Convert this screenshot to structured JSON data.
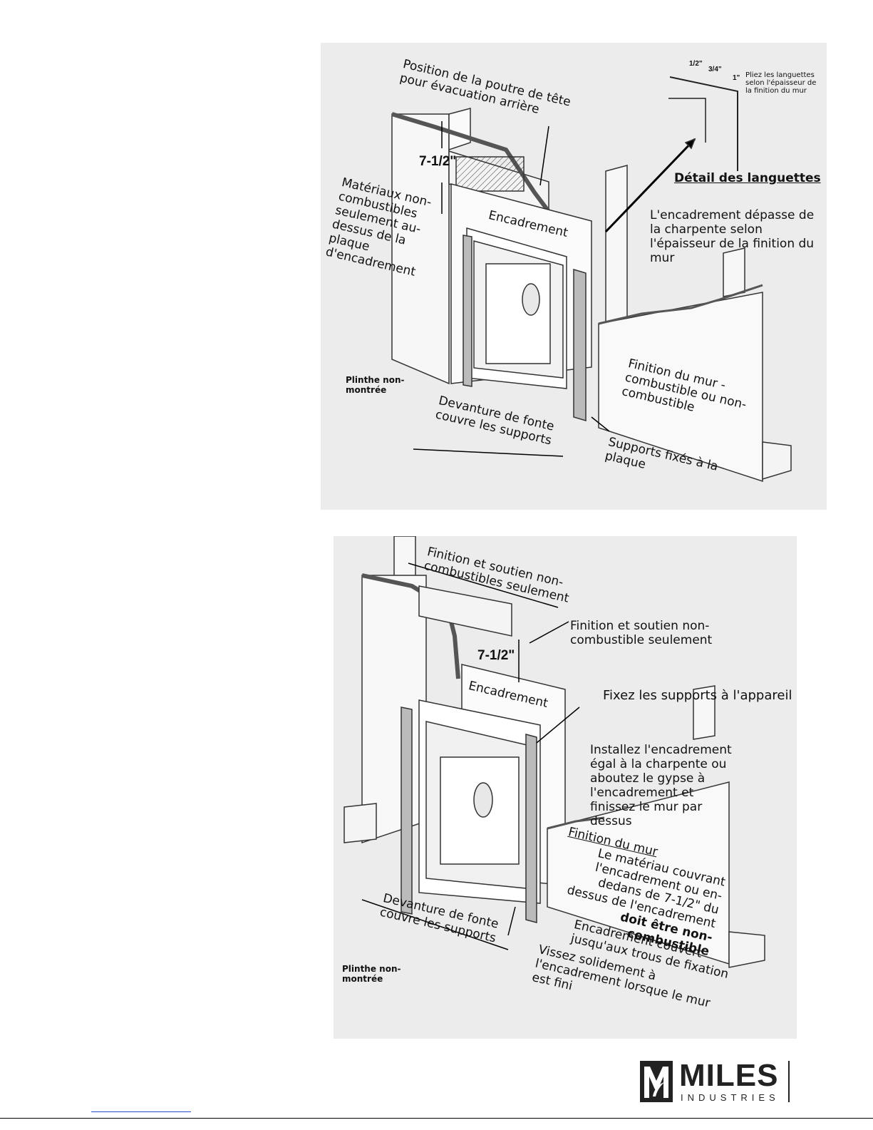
{
  "figure1": {
    "header_position": "Position de la poutre de tête pour évacuation arrière",
    "dimension": "7-1/2\"",
    "noncombustible_note": "Matériaux non-combustibles seulement au-dessus de la plaque d'encadrement",
    "framing_label": "Encadrement",
    "tab_detail_title": "Détail des languettes",
    "tab_sizes": [
      "1/2\"",
      "3/4\"",
      "1\""
    ],
    "tab_instructions": "Pliez les languettes selon l'épaisseur de la finition du mur",
    "framing_extends": "L'encadrement dépasse de la charpente selon l'épaisseur de la finition du mur",
    "wall_finish": "Finition du mur - combustible ou non-combustible",
    "brackets_attached": "Supports fixés à la plaque",
    "cast_front": "Devanture de fonte couvre les supports",
    "mantel_not_shown": "Plinthe non-montrée"
  },
  "figure2": {
    "finish_support_top": "Finition et soutien non-combustibles seulement",
    "finish_support_side": "Finition et soutien non-combustible seulement",
    "dimension": "7-1/2\"",
    "framing_label": "Encadrement",
    "attach_brackets": "Fixez les supports à l'appareil",
    "install_framing": "Installez l'encadrement égal à la charpente ou aboutez le gypse à l'encadrement et finissez le mur par dessus",
    "wall_finish_title": "Finition du mur",
    "wall_finish_body": "Le matériau couvrant l'encadrement ou en-dedans de 7-1/2\" du dessus de l'encadrement",
    "wall_finish_emphasis": "doit être non-combustible",
    "framing_covered": "Encadrement couvert jusqu'aux trous de fixation",
    "screw_securely": "Vissez solidement à l'encadrement lorsque le mur est fini",
    "cast_front": "Devanture de fonte couvre les supports",
    "mantel_not_shown": "Plinthe non-montrée"
  },
  "logo": {
    "name": "MILES",
    "subtitle": "INDUSTRIES",
    "icon": "miles-logo-icon"
  }
}
